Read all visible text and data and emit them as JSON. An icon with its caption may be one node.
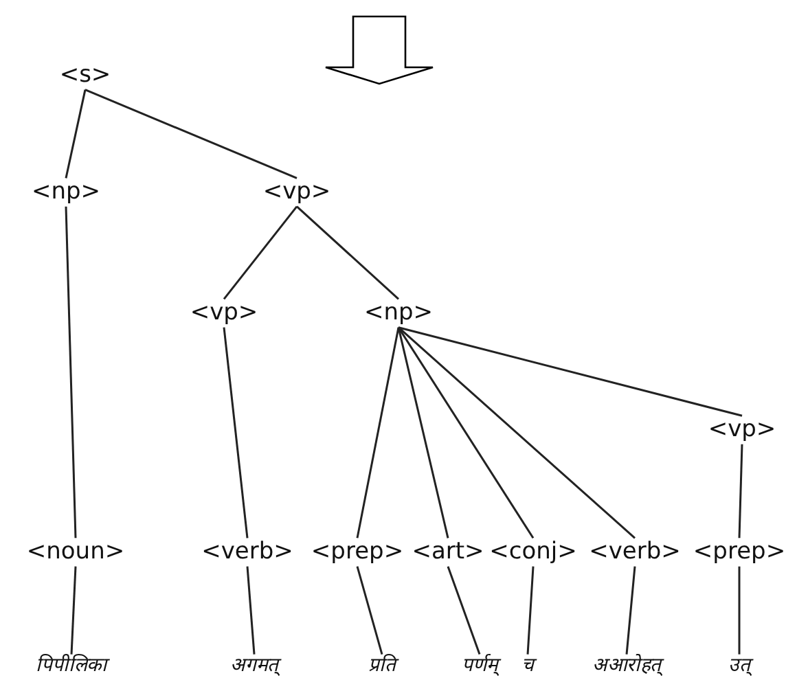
{
  "diagram": {
    "nodes": [
      {
        "text": [
          "<s>"
        ]
      },
      {
        "text": [
          "<np>"
        ]
      },
      {
        "text": [
          "<vp>"
        ]
      },
      {
        "text": [
          "<vp>"
        ]
      },
      {
        "text": [
          "<np>"
        ]
      },
      {
        "text": [
          "<vp>"
        ]
      },
      {
        "text": [
          "<noun>"
        ]
      },
      {
        "text": [
          "<verb>"
        ]
      },
      {
        "text": [
          "<prep>"
        ]
      },
      {
        "text": [
          "<art>"
        ]
      },
      {
        "text": [
          "<conj>"
        ]
      },
      {
        "text": [
          "<verb>"
        ]
      },
      {
        "text": [
          "<prep>"
        ]
      },
      {
        "text": [
          "पिपीलिका"
        ]
      },
      {
        "text": [
          "अगमत्"
        ]
      },
      {
        "text": [
          "प्रति"
        ]
      },
      {
        "text": [
          "पर्णम्"
        ]
      },
      {
        "text": [
          "च"
        ]
      },
      {
        "text": [
          "अआरोहत्"
        ]
      },
      {
        "text": [
          "उत्"
        ]
      }
    ],
    "edges": [
      {
        "from": 0,
        "to": 1,
        "arrow": "none"
      },
      {
        "from": 0,
        "to": 2,
        "arrow": "none"
      },
      {
        "from": 1,
        "to": 6,
        "arrow": "none"
      },
      {
        "from": 2,
        "to": 3,
        "arrow": "none"
      },
      {
        "from": 2,
        "to": 4,
        "arrow": "none"
      },
      {
        "from": 3,
        "to": 7,
        "arrow": "none"
      },
      {
        "from": 4,
        "to": 8,
        "arrow": "none"
      },
      {
        "from": 4,
        "to": 9,
        "arrow": "none"
      },
      {
        "from": 4,
        "to": 10,
        "arrow": "none"
      },
      {
        "from": 4,
        "to": 11,
        "arrow": "none"
      },
      {
        "from": 4,
        "to": 5,
        "arrow": "none"
      },
      {
        "from": 5,
        "to": 12,
        "arrow": "none"
      },
      {
        "from": 6,
        "to": 13,
        "arrow": "none"
      },
      {
        "from": 7,
        "to": 14,
        "arrow": "none"
      },
      {
        "from": 8,
        "to": 15,
        "arrow": "none"
      },
      {
        "from": 9,
        "to": 16,
        "arrow": "none"
      },
      {
        "from": 10,
        "to": 17,
        "arrow": "none"
      },
      {
        "from": 11,
        "to": 18,
        "arrow": "none"
      },
      {
        "from": 12,
        "to": 19,
        "arrow": "none"
      }
    ]
  }
}
